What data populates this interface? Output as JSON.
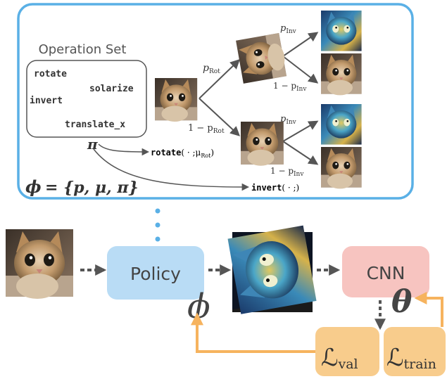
{
  "operation_set": {
    "title": "Operation Set",
    "ops": [
      "rotate",
      "solarize",
      "invert",
      "translate_x"
    ]
  },
  "policy_symbol": "π",
  "phi_equation": {
    "lhs": "ϕ",
    "rhs": "= {p, μ, π}"
  },
  "tree": {
    "p_rot_main": "p",
    "p_rot_sub": "Rot",
    "one_minus_p_rot_main": "1 − p",
    "one_minus_p_rot_sub": "Rot",
    "p_inv_main": "p",
    "p_inv_sub": "Inv",
    "one_minus_p_inv_main": "1 − p",
    "one_minus_p_inv_sub": "Inv"
  },
  "samples": {
    "rotate_fn": "rotate",
    "rotate_args": "( · ;μ",
    "rotate_args_sub": "Rot",
    "rotate_close": ")",
    "invert_fn": "invert",
    "invert_args": "( · ;)"
  },
  "pipeline": {
    "policy_label": "Policy",
    "cnn_label": "CNN",
    "phi_symbol": "ϕ",
    "theta_symbol": "θ",
    "loss_val_main": "ℒ",
    "loss_val_sub": "val",
    "loss_train_main": "ℒ",
    "loss_train_sub": "train"
  },
  "colors": {
    "frame_blue": "#5ab0e6",
    "policy_fill": "#b9dcf5",
    "cnn_fill": "#f7c4c0",
    "loss_fill": "#f8cc8c",
    "feedback_orange": "#f6b35e",
    "arrow_gray": "#555555"
  }
}
